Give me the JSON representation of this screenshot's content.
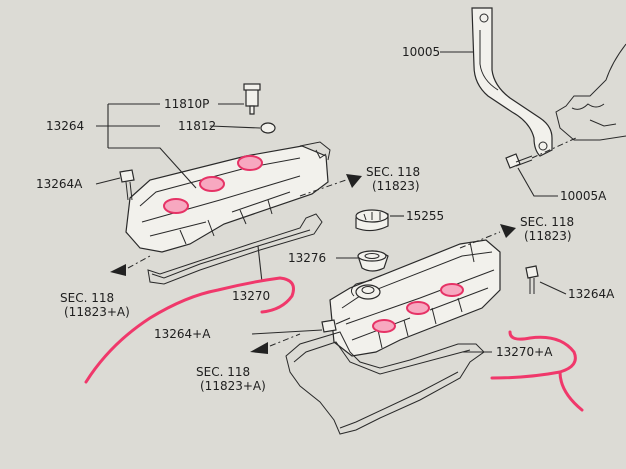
{
  "labels": {
    "l10005": "10005",
    "l13264": "13264",
    "l11810p": "11810P",
    "l11812": "11812",
    "l13264a_left": "13264A",
    "sec118_top": "SEC. 118",
    "sec118_top_sub": "(11823)",
    "l10005a": "10005A",
    "l15255": "15255",
    "sec118_mid": "SEC. 118",
    "sec118_mid_sub": "(11823)",
    "l13276": "13276",
    "l13270": "13270",
    "sec118_left": "SEC. 118",
    "sec118_left_sub": "(11823+A)",
    "l13264a_right": "13264A",
    "l13264plusa": "13264+A",
    "l13270plusa": "13270+A",
    "sec118_bottom": "SEC. 118",
    "sec118_bottom_sub": "(11823+A)"
  },
  "colors": {
    "paper": "#d9d8d2",
    "ink": "#2a2a2a",
    "marker": "#f0386b"
  }
}
